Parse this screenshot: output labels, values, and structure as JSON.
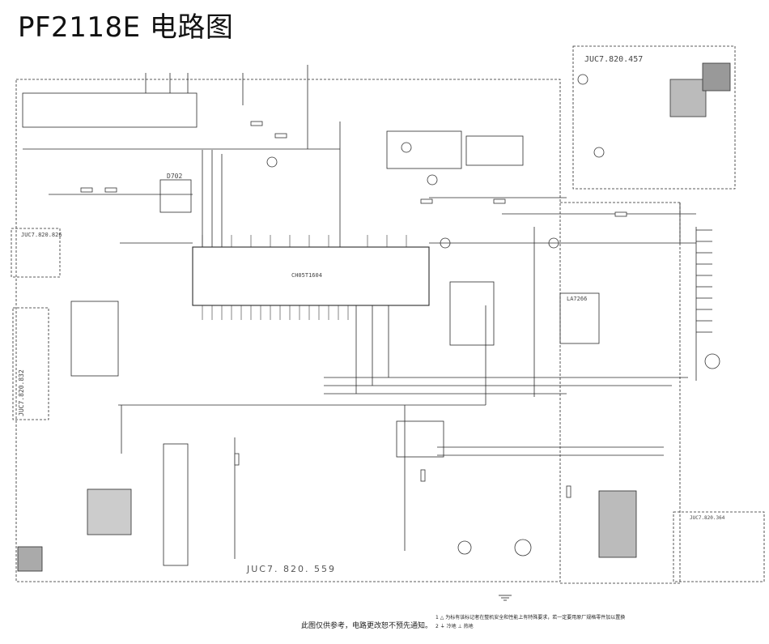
{
  "title": "PF2118E 电路图",
  "boards": {
    "board_top_right": "JUC7.820.457",
    "board_left_small": "JUC7.820.826",
    "board_left_tall": "JUC7.820.832",
    "board_right_small": "JUC7.820.364",
    "main_board": "JUC7. 820. 559"
  },
  "components": {
    "ic_main": "CH05T1604",
    "ic_audio": "LA7266",
    "ic_d702": "D702"
  },
  "footer": {
    "note": "此图仅供参考，电路更改恕不预先通知。",
    "remark1": "1 △ 为标有该标记者在整机安全和性能上有特殊要求，若一定要用原厂规格零件加以置换",
    "remark2": "2 ⏚ 冷地  ⊥ 热地"
  },
  "colors": {
    "line": "#2a2a2a",
    "background": "#ffffff",
    "shading": "#9a9a9a"
  }
}
